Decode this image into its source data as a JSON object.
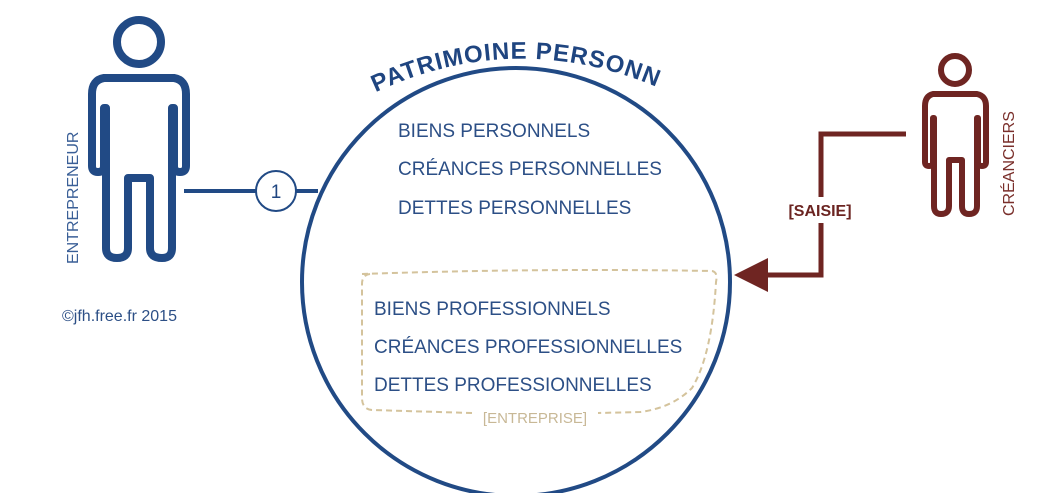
{
  "title": "PATRIMOINE  PERSONNEL",
  "entrepreneur": {
    "label": "ENTREPRENEUR",
    "link_number": "1"
  },
  "creanciers": {
    "label": "CRÉANCIERS",
    "action": "[SAISIE]"
  },
  "personal_items": [
    "BIENS PERSONNELS",
    "CRÉANCES PERSONNELLES",
    "DETTES PERSONNELLES"
  ],
  "professional_items": [
    "BIENS PROFESSIONNELS",
    "CRÉANCES PROFESSIONNELLES",
    "DETTES PROFESSIONNELLES"
  ],
  "enterprise_label": "[ENTREPRISE]",
  "copyright": "©jfh.free.fr 2015",
  "colors": {
    "blue": "#214a85",
    "red": "#6f2522",
    "beige": "#d4c39c"
  }
}
